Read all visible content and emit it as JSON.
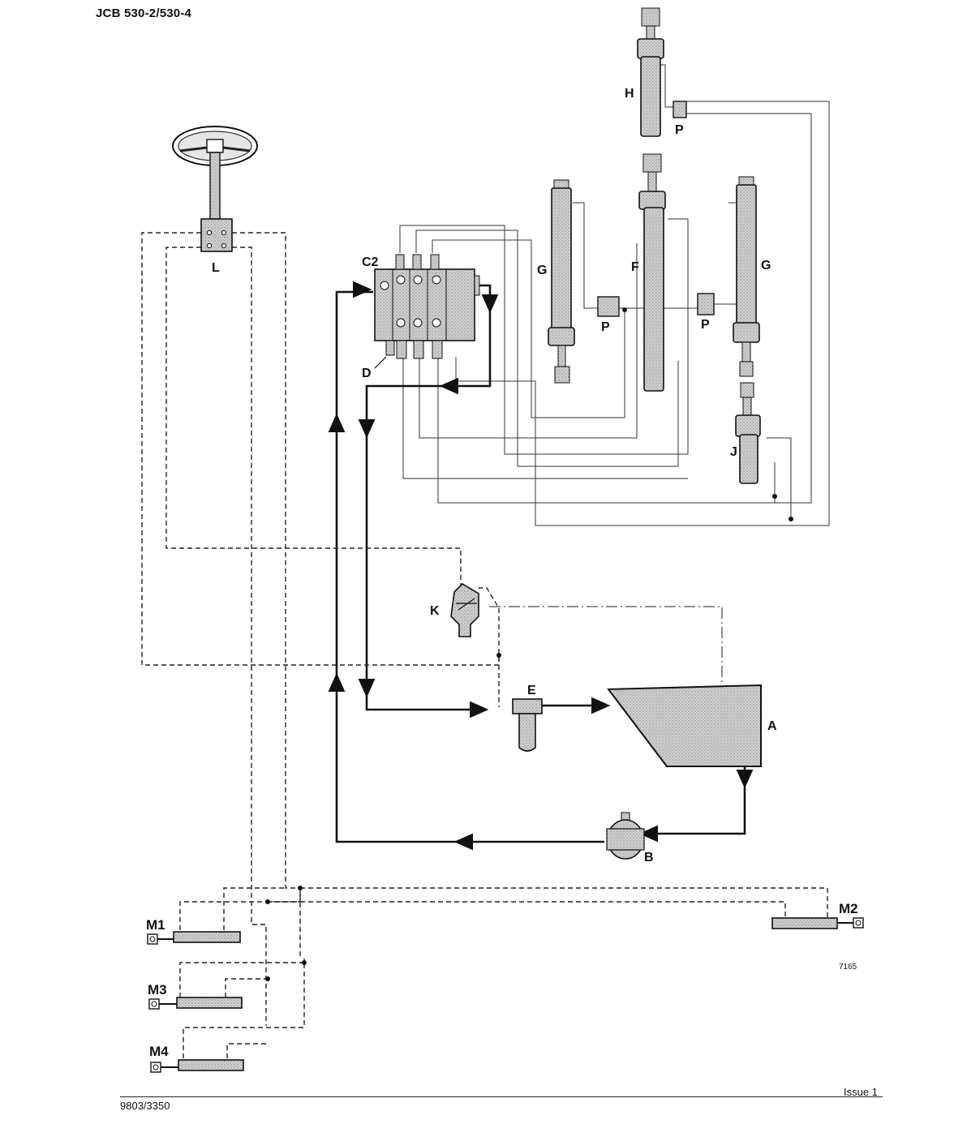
{
  "document": {
    "title": "JCB 530-2/530-4",
    "number": "9803/3350",
    "issue": "Issue 1",
    "figure_ref": "7165"
  },
  "components": {
    "steering_unit": "L",
    "control_valve": "C2",
    "relief_valve": "D",
    "cylinder_g_left": "G",
    "cylinder_f": "F",
    "cylinder_g_right": "G",
    "cylinder_h": "H",
    "cylinder_j": "J",
    "check_valve_h": "P",
    "check_valve_left": "P",
    "check_valve_right": "P",
    "priority_valve": "K",
    "filter": "E",
    "tank": "A",
    "pump": "B",
    "ram_m1": "M1",
    "ram_m2": "M2",
    "ram_m3": "M3",
    "ram_m4": "M4"
  },
  "colors": {
    "component_fill": "#c9c9c9",
    "line": "#111111"
  }
}
